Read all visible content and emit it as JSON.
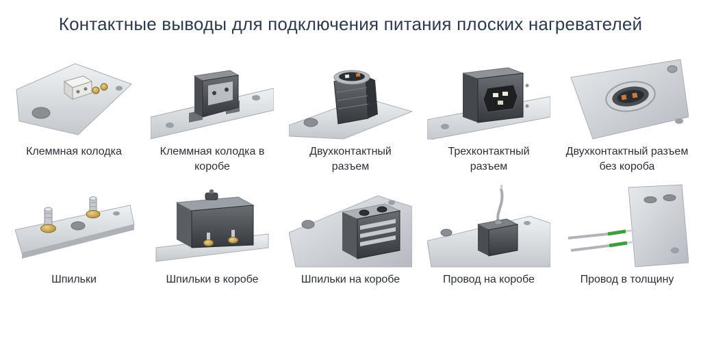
{
  "title": "Контактные выводы для подключения питания плоских нагревателей",
  "colors": {
    "background": "#ffffff",
    "title_text": "#2e3a4c",
    "caption_text": "#2b2f36",
    "plate_metal": "#d4d7da",
    "housing_dark": "#3a3d41",
    "brass": "#c9a24a",
    "contact_orange": "#c87a3e",
    "wire_green": "#3f9e3f"
  },
  "items": [
    {
      "label": "Клеммная колодка",
      "icon": "terminal-block-on-plate"
    },
    {
      "label": "Клеммная колодка в коробе",
      "icon": "terminal-block-in-box"
    },
    {
      "label": "Двухконтактный разъем",
      "icon": "two-pin-connector"
    },
    {
      "label": "Трехконтактный разъем",
      "icon": "three-pin-connector"
    },
    {
      "label": "Двухконтактный разъем без короба",
      "icon": "two-pin-inlet-no-box"
    },
    {
      "label": "Шпильки",
      "icon": "studs-on-plate"
    },
    {
      "label": "Шпильки в коробе",
      "icon": "studs-in-box"
    },
    {
      "label": "Шпильки на коробе",
      "icon": "studs-on-box"
    },
    {
      "label": "Провод на коробе",
      "icon": "wire-on-box"
    },
    {
      "label": "Провод в толщину",
      "icon": "wire-into-thickness"
    }
  ]
}
